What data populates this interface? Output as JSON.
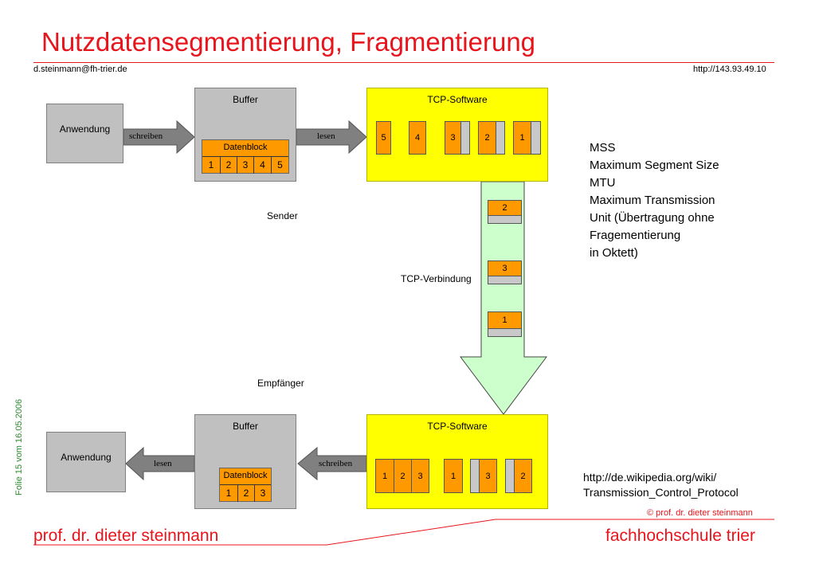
{
  "title": "Nutzdatensegmentierung, Fragmentierung",
  "header": {
    "email": "d.steinmann@fh-trier.de",
    "url": "http://143.93.49.10"
  },
  "sender": {
    "label": "Sender",
    "app": "Anwendung",
    "write_arrow": "schreiben",
    "buffer": "Buffer",
    "datablock": "Datenblock",
    "cells": [
      "1",
      "2",
      "3",
      "4",
      "5"
    ],
    "read_arrow": "lesen",
    "tcp": "TCP-Software",
    "segments": [
      "5",
      "4",
      "3",
      "2",
      "1"
    ]
  },
  "connection": {
    "label": "TCP-Verbindung",
    "segments": [
      "2",
      "3",
      "1"
    ]
  },
  "receiver": {
    "label": "Empfänger",
    "app": "Anwendung",
    "read_arrow": "lesen",
    "buffer": "Buffer",
    "datablock": "Datenblock",
    "cells": [
      "1",
      "2",
      "3"
    ],
    "write_arrow": "schreiben",
    "tcp": "TCP-Software",
    "seg_group": [
      "1",
      "2",
      "3"
    ],
    "seg_single": [
      "1",
      "3",
      "2"
    ]
  },
  "info": [
    "MSS",
    "Maximum Segment Size",
    "MTU",
    "Maximum Transmission",
    "Unit (Übertragung ohne",
    "Fragementierung",
    "in Oktett)"
  ],
  "link": [
    "http://de.wikipedia.org/wiki/",
    "Transmission_Control_Protocol"
  ],
  "side_text": "Folie 15 vom 16.05.2006",
  "copyright": "© prof. dr. dieter steinmann",
  "footer_left": "prof. dr. dieter steinmann",
  "footer_right": "fachhochschule trier",
  "colors": {
    "red": "#e8141c",
    "yellow": "#ffff00",
    "orange": "#ff9900",
    "gray": "#c0c0c0",
    "green": "#ccffcc",
    "side_green": "#2e8b2e"
  }
}
